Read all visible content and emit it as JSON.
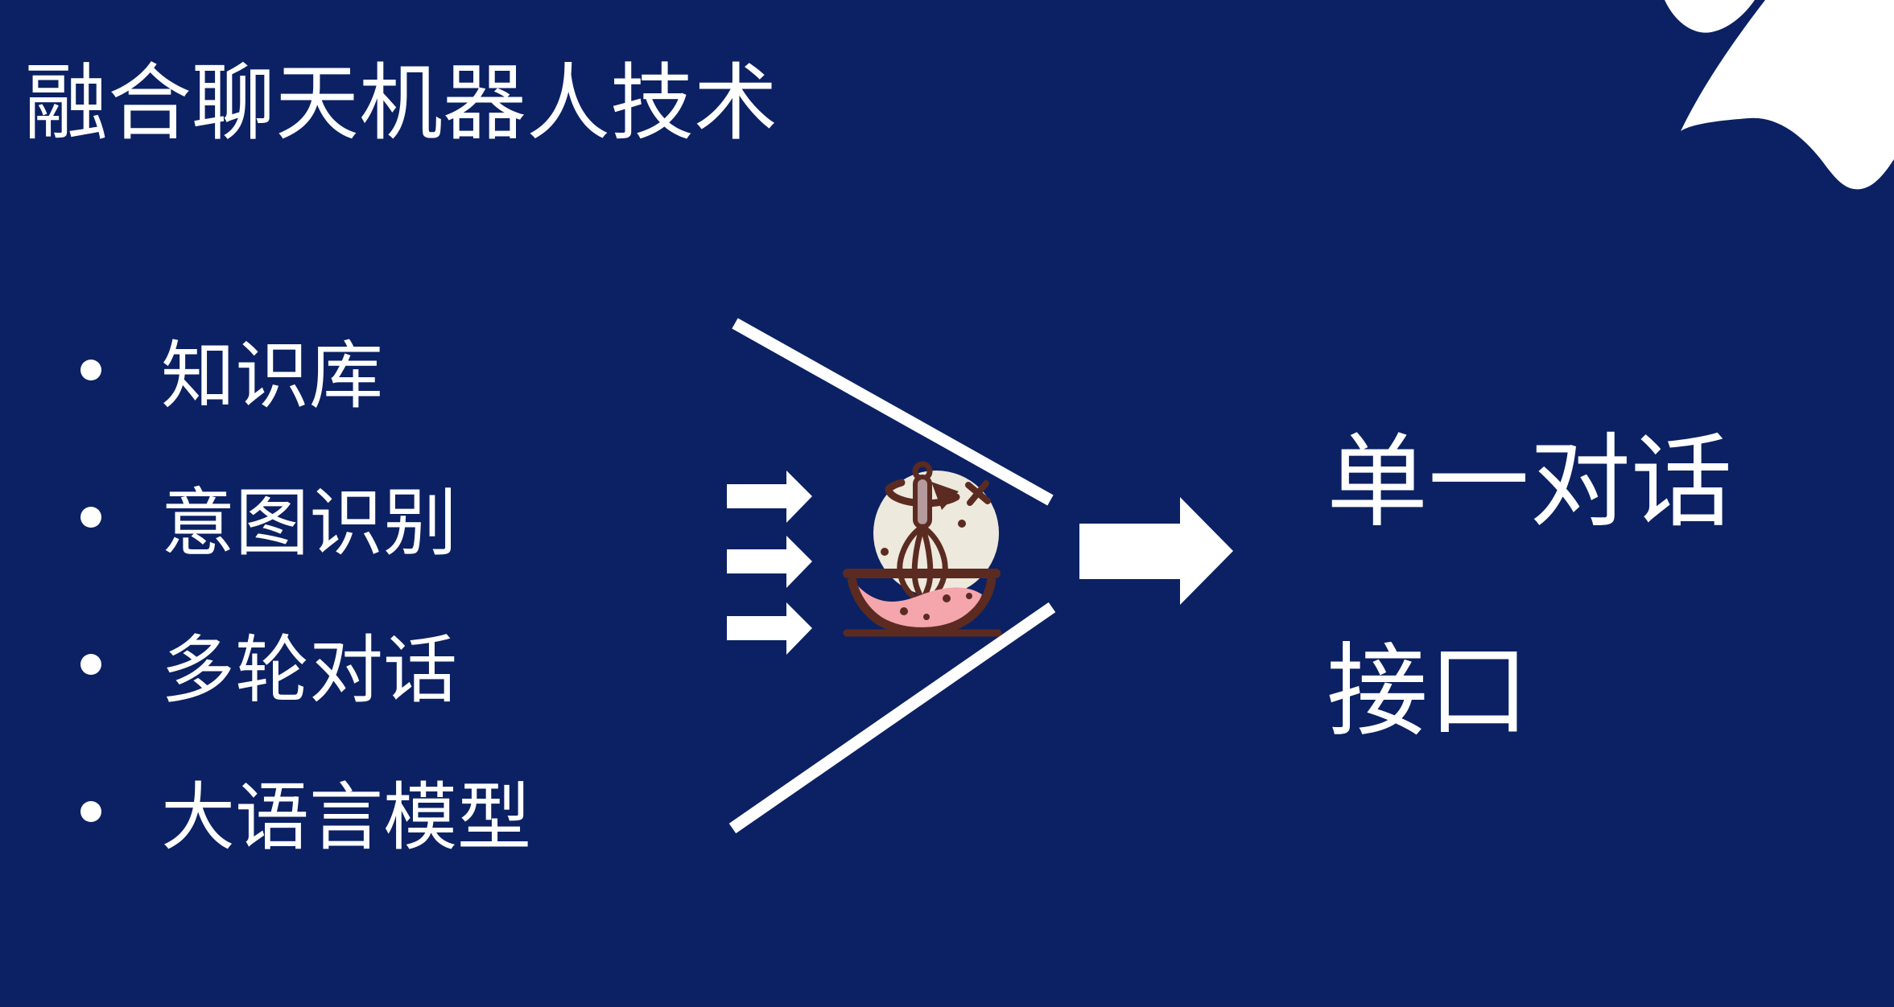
{
  "slide": {
    "title": "融合聊天机器人技术",
    "bullets": [
      "知识库",
      "意图识别",
      "多轮对话",
      "大语言模型"
    ],
    "output_line1": "单一对话",
    "output_line2": "接口",
    "icons": {
      "mixer": "whisk-mixing-bowl-icon",
      "input_arrows": "right-arrow-icon",
      "output_arrow": "right-arrow-icon",
      "funnel": "funnel-lines",
      "corner": "corner-swoosh-decoration"
    },
    "colors": {
      "background": "#0B2163",
      "text": "#FFFFFF",
      "shapes": "#FFFFFF",
      "icon_outline": "#5B2B21",
      "icon_circle": "#EDE9DC",
      "icon_handle": "#B59A9B",
      "icon_batter": "#F4A6AC"
    }
  }
}
